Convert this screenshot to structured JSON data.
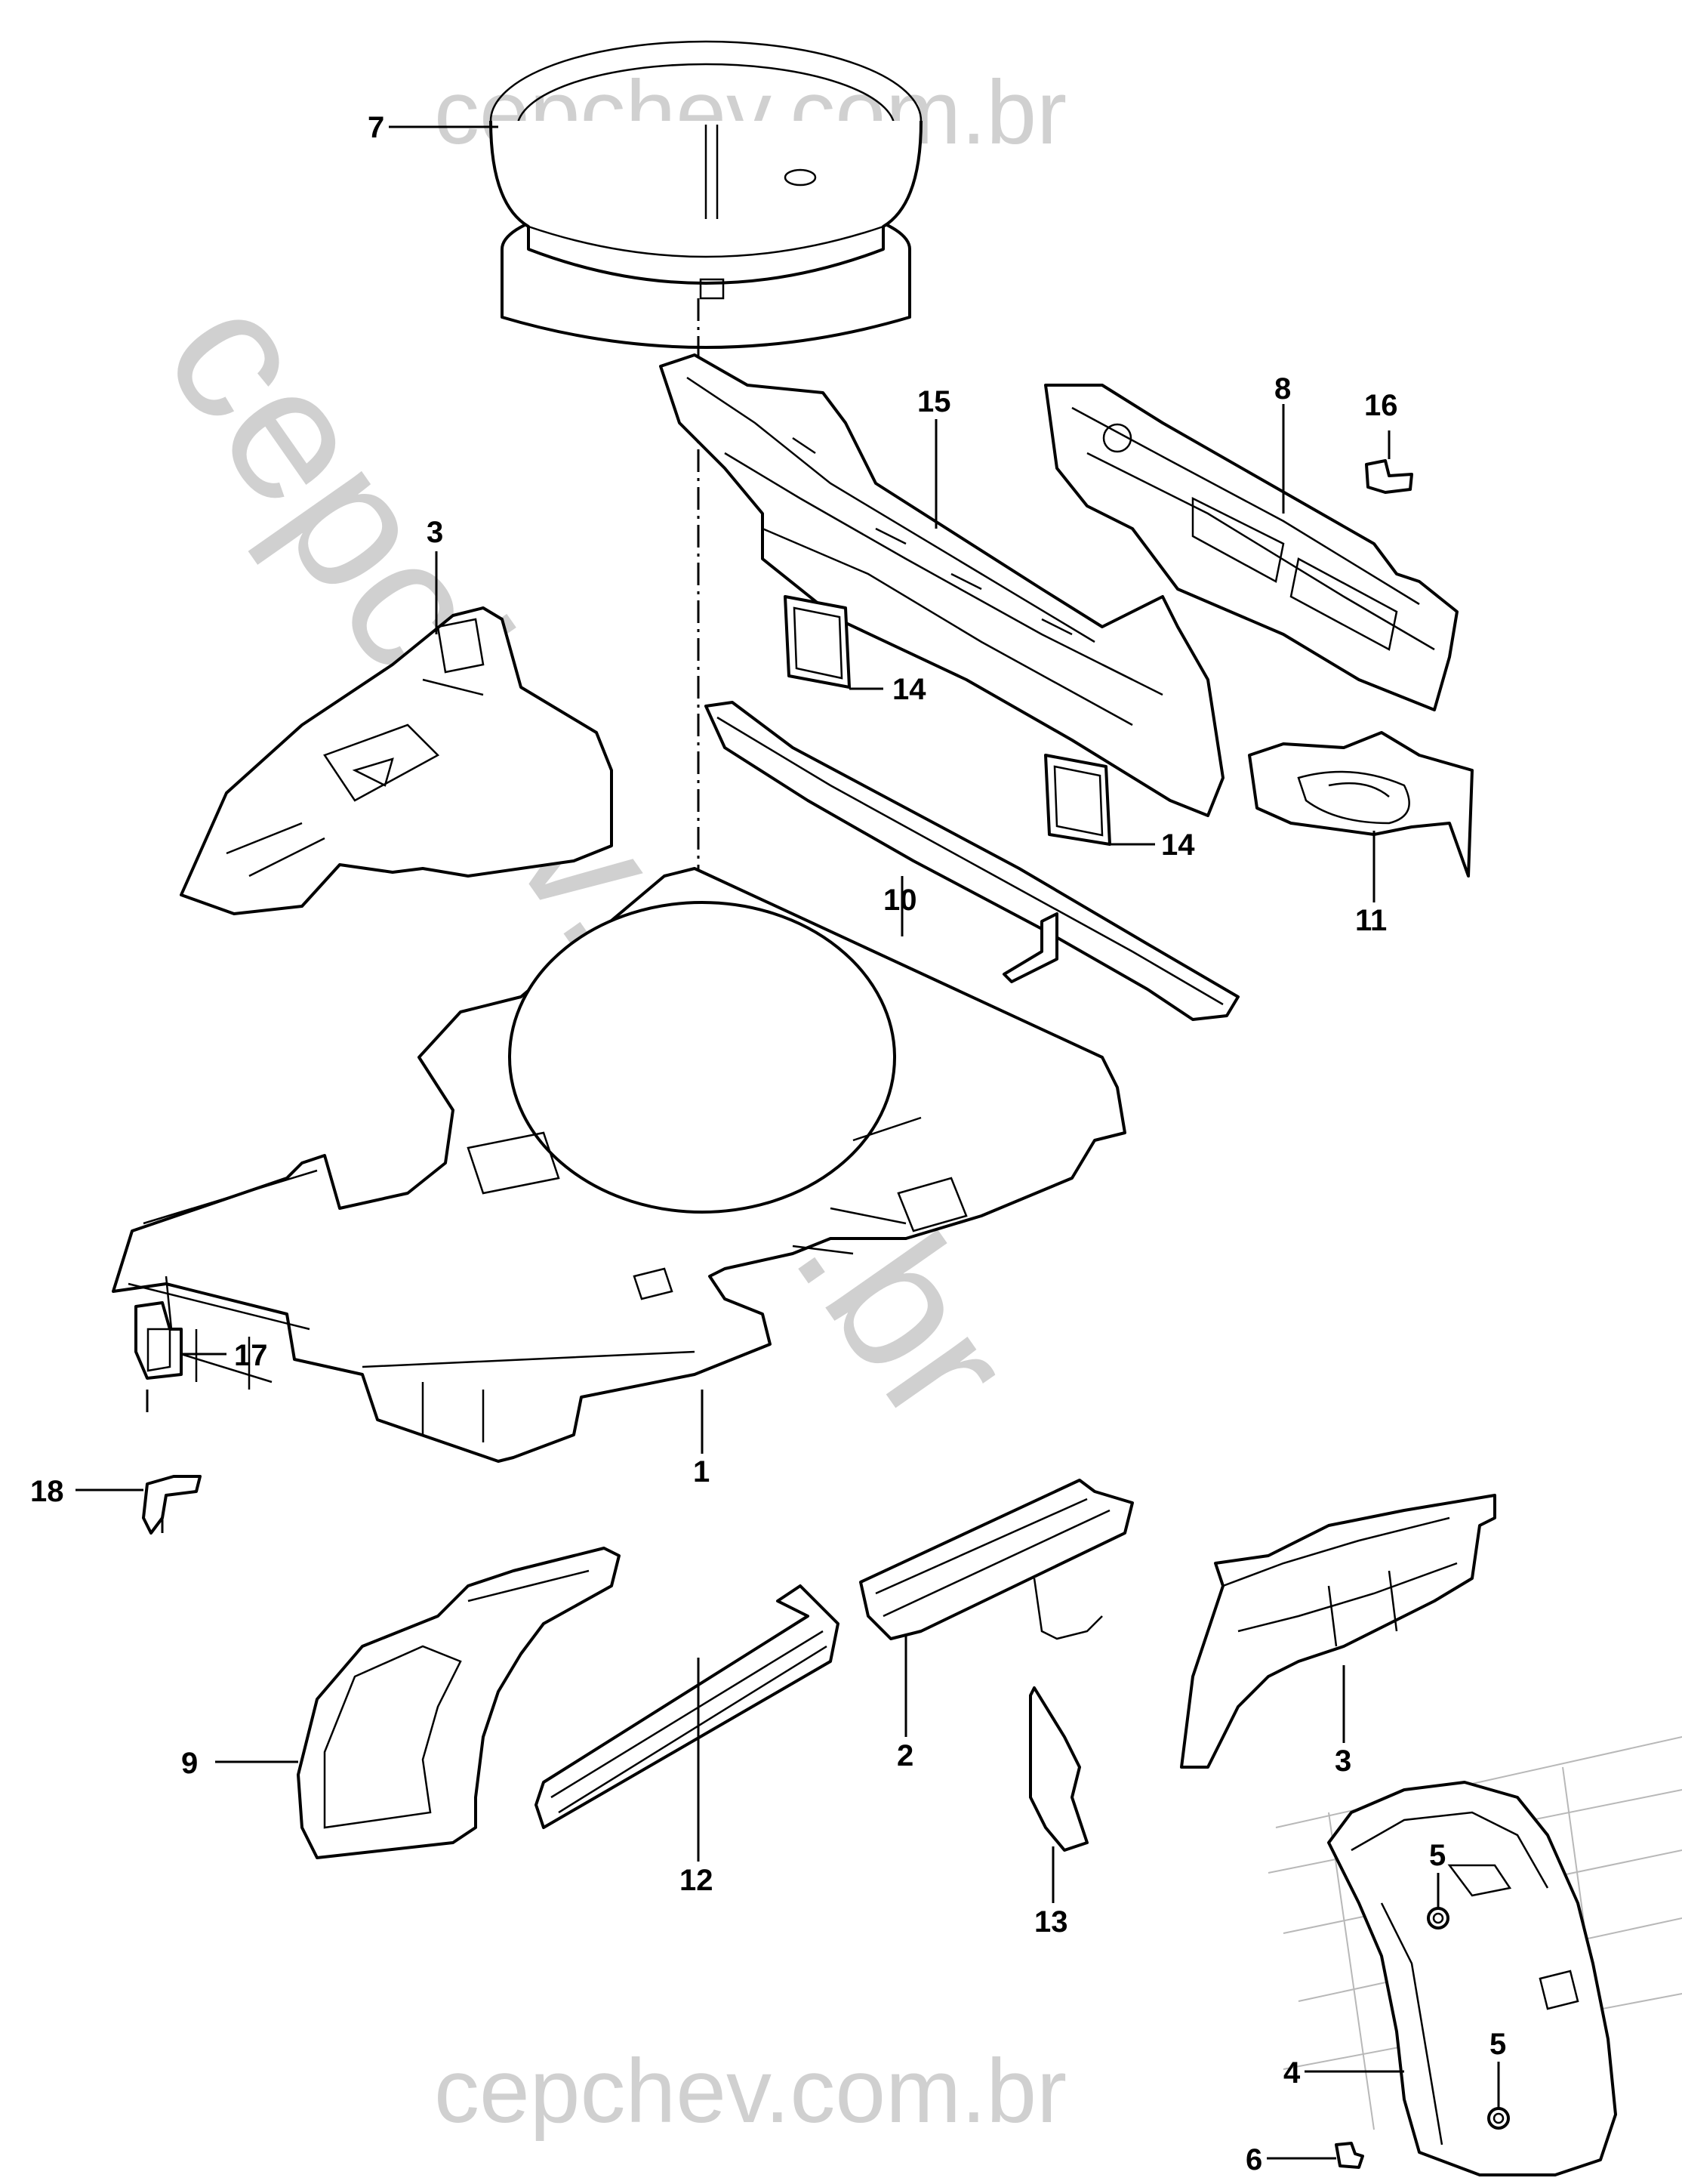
{
  "watermark": {
    "top": "cepchev.com.br",
    "bottom": "cepchev.com.br",
    "diagonal": "cepchev.com.br"
  },
  "callouts": [
    "1",
    "2",
    "3",
    "3",
    "4",
    "5",
    "5",
    "6",
    "7",
    "8",
    "9",
    "10",
    "11",
    "12",
    "13",
    "14",
    "14",
    "15",
    "16",
    "17",
    "18"
  ]
}
